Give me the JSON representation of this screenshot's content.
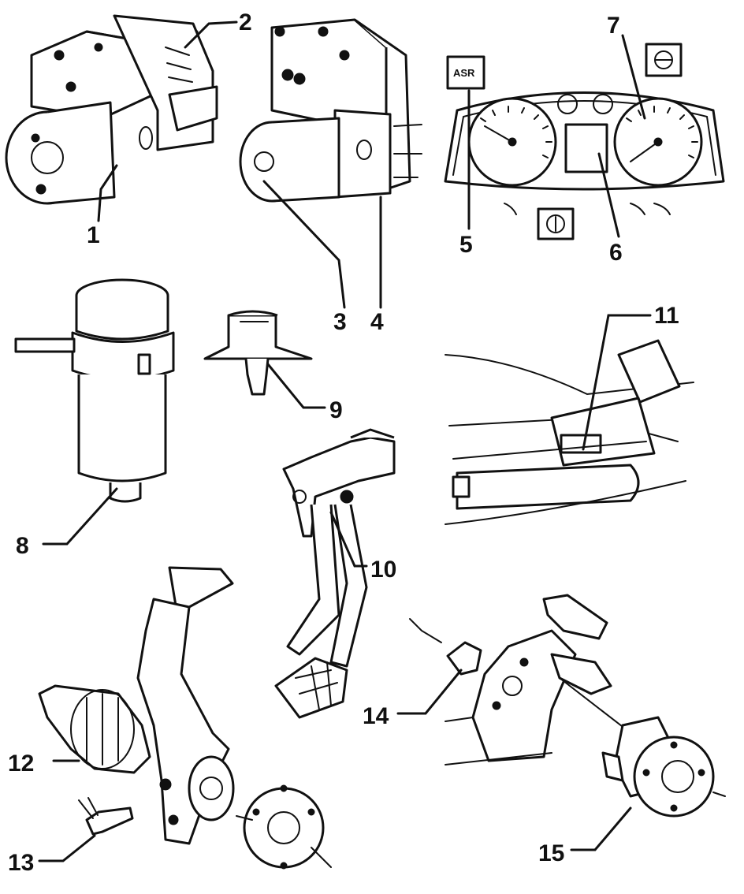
{
  "labels": {
    "l1": "1",
    "l2": "2",
    "l3": "3",
    "l4": "4",
    "l5": "5",
    "l6": "6",
    "l7": "7",
    "l8": "8",
    "l9": "9",
    "l10": "10",
    "l11": "11",
    "l12": "12",
    "l13": "13",
    "l14": "14",
    "l15": "15"
  },
  "indicators": {
    "asr": "ASR"
  }
}
